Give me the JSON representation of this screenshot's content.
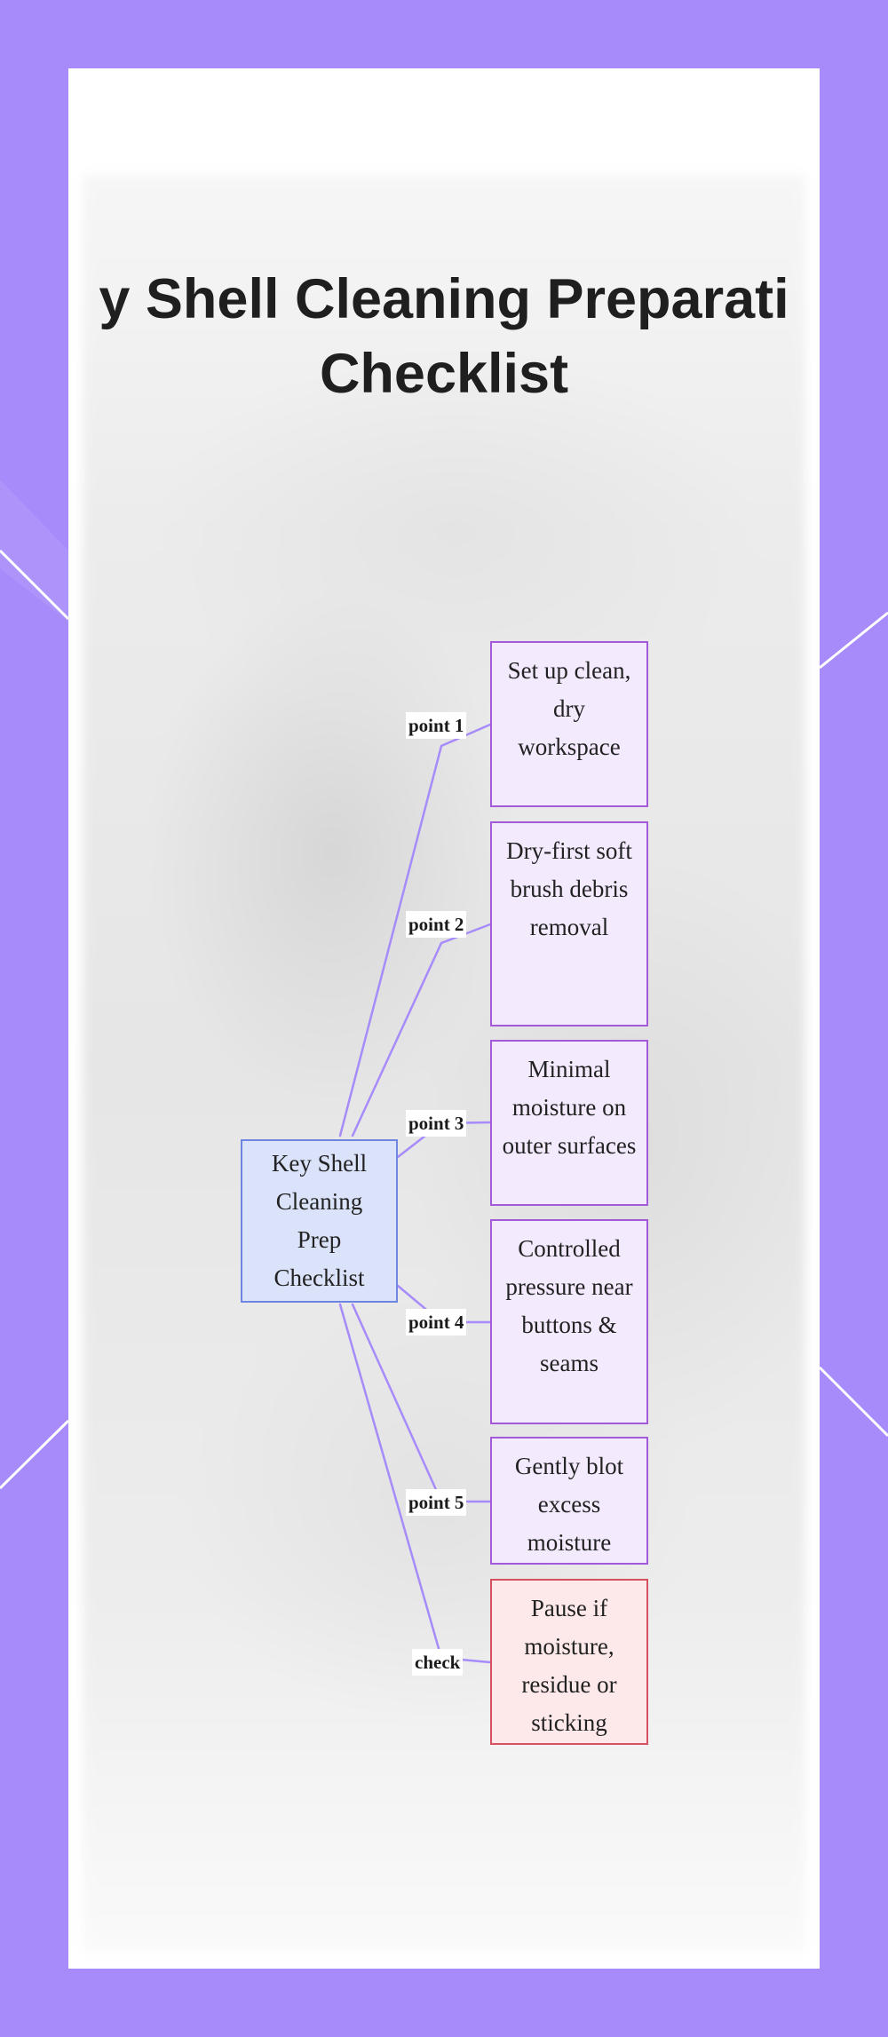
{
  "title": {
    "line1": "y Shell Cleaning Preparati",
    "line2": "Checklist"
  },
  "center_node": {
    "label": "Key Shell Cleaning Prep Checklist"
  },
  "steps": [
    {
      "edge_label": "point 1",
      "text": "Set up clean, dry workspace"
    },
    {
      "edge_label": "point 2",
      "text": "Dry-first soft brush debris removal"
    },
    {
      "edge_label": "point 3",
      "text": "Minimal moisture on outer surfaces"
    },
    {
      "edge_label": "point 4",
      "text": "Controlled pressure near buttons & seams"
    },
    {
      "edge_label": "point 5",
      "text": "Gently blot excess moisture"
    },
    {
      "edge_label": "check",
      "text": "Pause if moisture, residue or sticking"
    }
  ],
  "colors": {
    "page_background": "#a78bfa",
    "card_background": "#ffffff",
    "center_fill": "#dbe3fb",
    "center_border": "#6f86e0",
    "step_fill": "#f3eafe",
    "step_border": "#a35ad9",
    "warn_fill": "#fde8ea",
    "warn_border": "#d6505f",
    "connector": "#a78bfa"
  }
}
